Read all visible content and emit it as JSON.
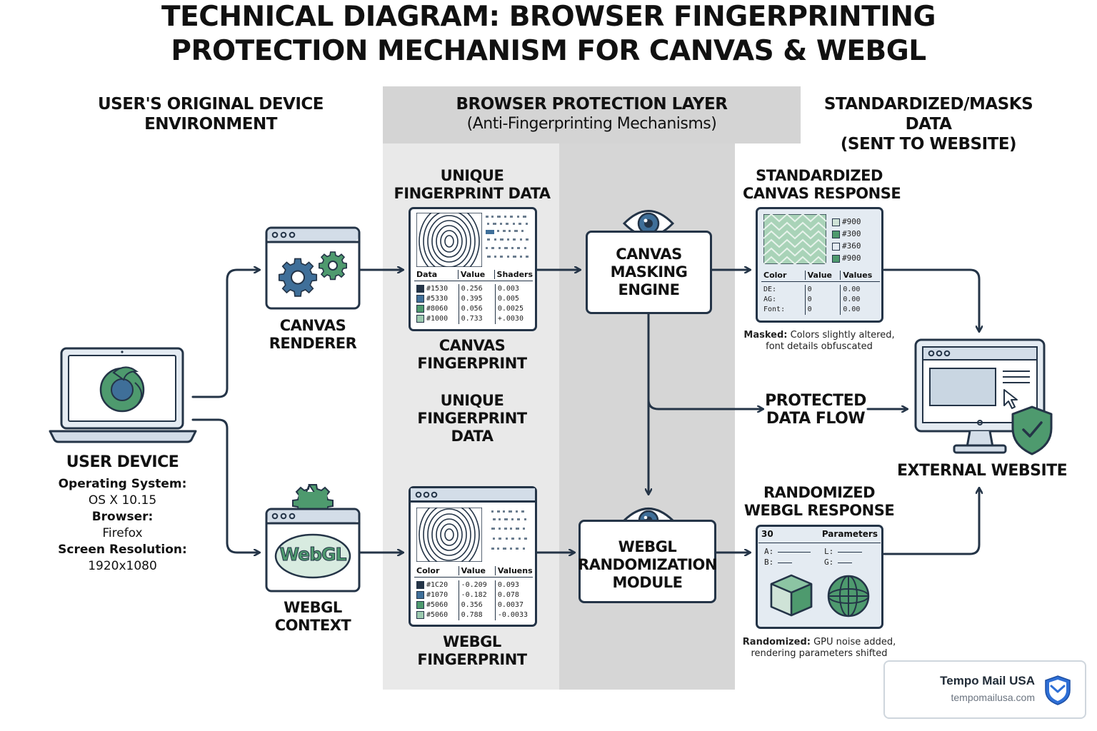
{
  "title": {
    "line1": "TECHNICAL DIAGRAM: BROWSER FINGERPRINTING",
    "line2": "PROTECTION MECHANISM FOR CANVAS & WEBGL"
  },
  "columns": {
    "left": {
      "line1": "USER'S ORIGINAL DEVICE",
      "line2": "ENVIRONMENT"
    },
    "middle": {
      "line1": "BROWSER PROTECTION LAYER",
      "line2": "(Anti-Fingerprinting Mechanisms)"
    },
    "right": {
      "line1": "STANDARDIZED/MASKS DATA",
      "line2": "(SENT TO WEBSITE)"
    }
  },
  "user_device": {
    "label": "USER DEVICE",
    "os_key": "Operating System:",
    "os_value": "OS X 10.15",
    "browser_key": "Browser:",
    "browser_value": "Firefox",
    "res_key": "Screen Resolution:",
    "res_value": "1920x1080"
  },
  "canvas_renderer": {
    "line1": "CANVAS",
    "line2": "RENDERER"
  },
  "webgl_context": {
    "line1": "WEBGL",
    "line2": "CONTEXT",
    "logo_text": "WebGL"
  },
  "unique_top": {
    "line1": "UNIQUE",
    "line2": "FINGERPRINT DATA"
  },
  "unique_mid": {
    "line1": "UNIQUE",
    "line2": "FINGERPRINT",
    "line3": "DATA"
  },
  "canvas_fp": {
    "line1": "CANVAS",
    "line2": "FINGERPRINT",
    "headers": [
      "Data",
      "Value",
      "Shaders"
    ],
    "rows": [
      [
        "#1530",
        "0.256",
        "0.003"
      ],
      [
        "#5330",
        "0.395",
        "0.005"
      ],
      [
        "#8060",
        "0.056",
        "0.0025"
      ],
      [
        "#1000",
        "0.733",
        "+.0030"
      ]
    ]
  },
  "webgl_fp": {
    "line1": "WEBGL",
    "line2": "FINGERPRINT",
    "headers": [
      "Color",
      "Value",
      "Valuens"
    ],
    "rows": [
      [
        "#1C20",
        "-0.209",
        "0.093"
      ],
      [
        "#1070",
        "-0.182",
        "0.078"
      ],
      [
        "#5060",
        "0.356",
        "0.0037"
      ],
      [
        "#5060",
        "0.788",
        "-0.0033"
      ]
    ]
  },
  "canvas_engine": {
    "line1": "CANVAS",
    "line2": "MASKING",
    "line3": "ENGINE"
  },
  "webgl_engine": {
    "line1": "WEBGL",
    "line2": "RANDOMIZATION",
    "line3": "MODULE"
  },
  "std_canvas": {
    "line1": "STANDARDIZED",
    "line2": "CANVAS RESPONSE",
    "legend": [
      "#900",
      "#300",
      "#360",
      "#900"
    ],
    "headers": [
      "Color",
      "Value",
      "Values"
    ],
    "rows": [
      [
        "DE:",
        "0",
        "0.00"
      ],
      [
        "AG:",
        "0",
        "0.00"
      ],
      [
        "Font:",
        "0",
        "0.00"
      ]
    ],
    "note_key": "Masked:",
    "note_line1": "Colors slightly altered,",
    "note_line2": "font details obfuscated"
  },
  "rand_webgl": {
    "line1": "RANDOMIZED",
    "line2": "WEBGL RESPONSE",
    "header_left": "30",
    "header_right": "Parameters",
    "params": [
      "A:",
      "B:",
      "L:",
      "G:"
    ],
    "note_key": "Randomized:",
    "note_line1": "GPU noise added,",
    "note_line2": "rendering parameters shifted"
  },
  "protected_flow": {
    "line1": "PROTECTED",
    "line2": "DATA FLOW"
  },
  "external_website": {
    "label": "EXTERNAL WEBSITE"
  },
  "badge": {
    "name": "Tempo Mail USA",
    "url": "tempomailusa.com"
  },
  "colors": {
    "stroke": "#243447",
    "panel_light": "#e9e9e9",
    "panel_dark": "#d6d6d6",
    "header_band": "#d4d4d4",
    "accent_green": "#4e9a6e",
    "accent_blue": "#3f6f99",
    "window_fill": "#e4ebf2"
  }
}
